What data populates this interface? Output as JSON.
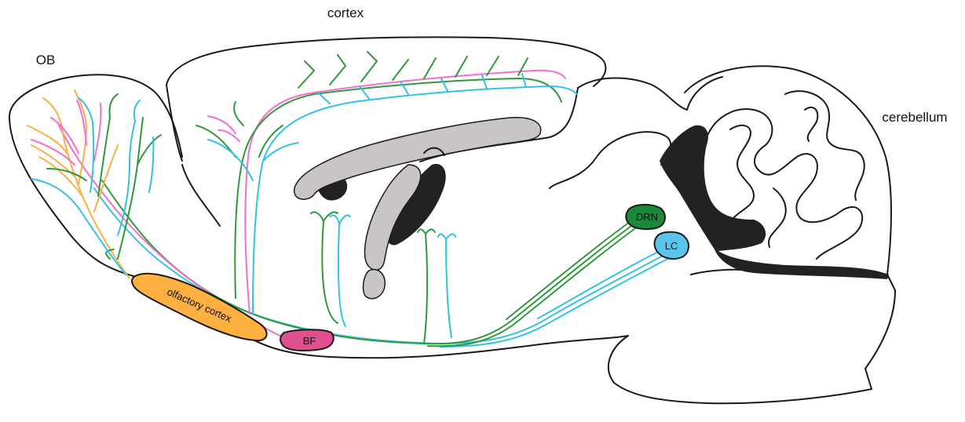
{
  "labels": {
    "cortex": "cortex",
    "ob": "OB",
    "cerebellum": "cerebellum",
    "olfactory_cortex": "olfactory cortex",
    "bf": "BF",
    "drn": "DRN",
    "lc": "LC"
  },
  "colors": {
    "outline": "#1a1a1a",
    "ventricle_gray": "#c9c4c5",
    "dark_fill": "#222222",
    "olfactory_cortex": "#fbb040",
    "bf": "#e0508e",
    "drn": "#188a3a",
    "lc": "#5bc4ec",
    "fiber_green": "#2e9a3c",
    "fiber_cyan": "#35c0e8",
    "fiber_pink": "#f46fd0",
    "fiber_orange": "#f9b043"
  }
}
